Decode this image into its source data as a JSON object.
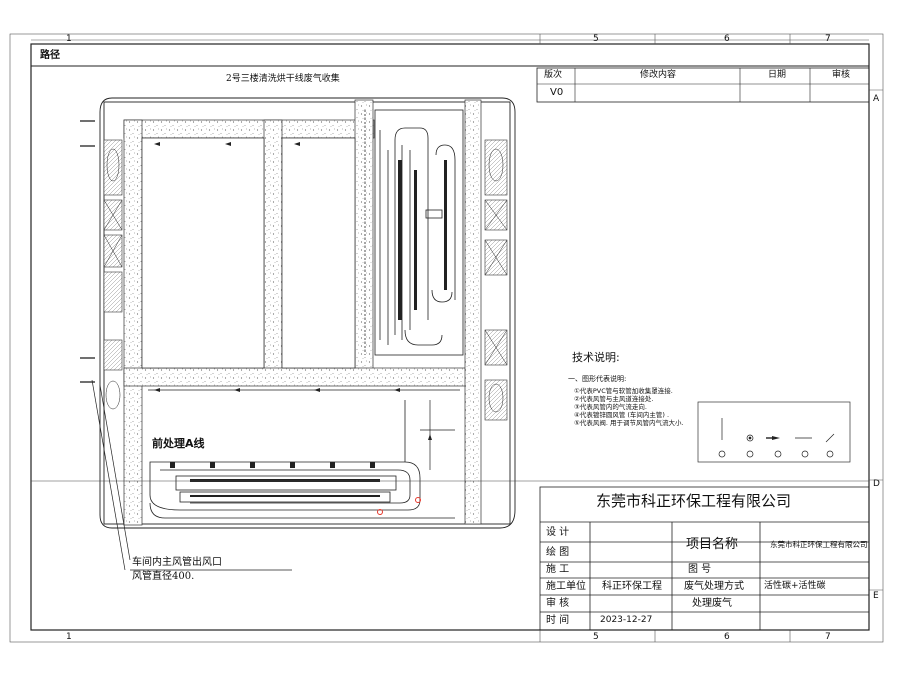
{
  "frame": {
    "top_numbers": [
      "1",
      "5",
      "6",
      "7"
    ],
    "bottom_numbers": [
      "1",
      "5",
      "6",
      "7"
    ],
    "right_letters": [
      "A",
      "D",
      "E"
    ],
    "path_label": "路径"
  },
  "drawing": {
    "title": "2号三楼清洗烘干线废气收集",
    "line_label": "前处理A线",
    "callout_line1": "车间内主风管出风口",
    "callout_line2": "风管直径400."
  },
  "revision_table": {
    "headers": [
      "版次",
      "修改内容",
      "日期",
      "审核"
    ],
    "rows": [
      [
        "V0",
        "",
        "",
        ""
      ]
    ]
  },
  "tech_notes": {
    "heading": "技术说明:",
    "subheading": "一、图形代表说明:",
    "items": [
      "代表PVC管与软管加收集罩连接.",
      "代表风管与主风道连接处.",
      "代表风管内的气流走向.",
      "代表镀锌圆风管 (车间内主管) .",
      "代表风阀. 用于调节风管内气流大小."
    ],
    "legend_nums": [
      "①",
      "②",
      "③",
      "④",
      "⑤"
    ]
  },
  "title_block": {
    "company": "东莞市科正环保工程有限公司",
    "design_label": "设 计",
    "drawing_label": "绘 图",
    "construct_label": "施 工",
    "unit_label": "施工单位",
    "unit_value": "科正环保工程",
    "review_label": "审 核",
    "time_label": "时 间",
    "time_value": "2023-12-27",
    "project_name_label": "项目名称",
    "project_name_value": "东莞市科正环保工程有限公司",
    "drawing_no_label": "图 号",
    "method_label": "废气处理方式",
    "method_value": "活性碳+活性碳",
    "treated_label": "处理废气"
  },
  "colors": {
    "line": "#222222",
    "accent": "#e5362a"
  }
}
